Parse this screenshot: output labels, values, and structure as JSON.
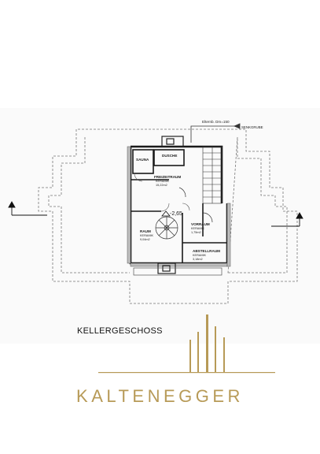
{
  "plan": {
    "top_label_1": "Elternb. Dm=150",
    "top_label_2": "SENKGRUBE",
    "level": "-2,65",
    "rooms": [
      {
        "name": "SAUNA",
        "detail": "",
        "area": ""
      },
      {
        "name": "DUSCHE",
        "detail": "",
        "area": ""
      },
      {
        "name": "FREIZEITRAUM",
        "detail": "KERAMIK",
        "area": "15,22m2"
      },
      {
        "name": "RAUM",
        "detail": "KERAMIK",
        "area": "9,04m2"
      },
      {
        "name": "VORRAUM",
        "detail": "KERAMIK",
        "area": "1,75m2"
      },
      {
        "name": "ABSTELLRAUM",
        "detail": "KERAMIK",
        "area": "3,18m2"
      }
    ]
  },
  "floor_title": "KELLERGESCHOSS",
  "brand": {
    "name": "KALTENEGGER",
    "color": "#b79a57"
  }
}
